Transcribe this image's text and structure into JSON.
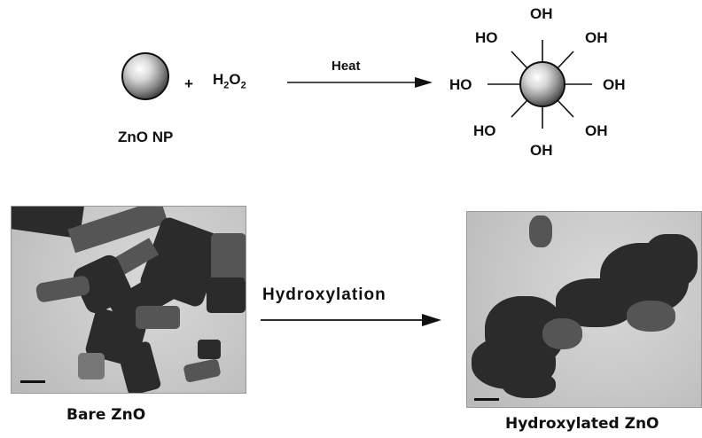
{
  "top_scheme": {
    "np_label": "ZnO NP",
    "plus": "+",
    "reagent": "H",
    "reagent_sub1": "2",
    "reagent_mid": "O",
    "reagent_sub2": "2",
    "arrow_label": "Heat",
    "oh_groups": [
      "OH",
      "OH",
      "HO",
      "OH",
      "HO",
      "HO",
      "OH",
      "OH"
    ]
  },
  "bottom_scheme": {
    "left_caption": "Bare ZnO",
    "arrow_label": "Hydroxylation",
    "right_caption": "Hydroxylated ZnO"
  },
  "colors": {
    "sphere_light": "#ffffff",
    "sphere_dark": "#555555",
    "ink": "#111111"
  }
}
